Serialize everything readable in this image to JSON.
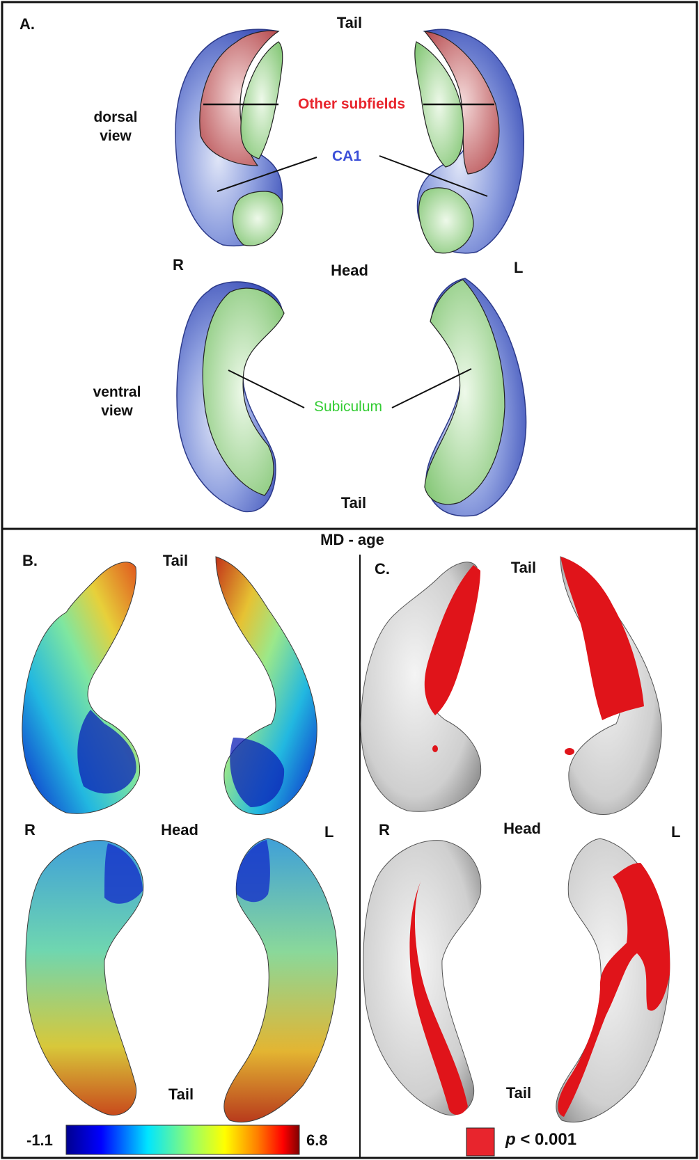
{
  "panel_a": {
    "letter": "A.",
    "tail_top": "Tail",
    "dorsal_view": [
      "dorsal",
      "view"
    ],
    "ventral_view": [
      "ventral",
      "view"
    ],
    "right": "R",
    "head": "Head",
    "left": "L",
    "tail_bottom": "Tail",
    "labels": {
      "other_subfields": "Other subfields",
      "ca1": "CA1",
      "subiculum": "Subiculum"
    },
    "colors": {
      "other_subfields": "#e8252d",
      "ca1": "#3b4fd8",
      "subiculum": "#33cc33"
    }
  },
  "panel_b": {
    "heading": "MD - age",
    "letter": "B.",
    "tail_top": "Tail",
    "right": "R",
    "head": "Head",
    "left": "L",
    "tail_bottom": "Tail",
    "colorbar": {
      "min": "-1.1",
      "max": "6.8"
    }
  },
  "panel_c": {
    "letter": "C.",
    "tail_top": "Tail",
    "right": "R",
    "head": "Head",
    "left": "L",
    "tail_bottom": "Tail",
    "legend_symbol": "p",
    "legend_text": " < 0.001",
    "legend_color": "#e8252d"
  }
}
